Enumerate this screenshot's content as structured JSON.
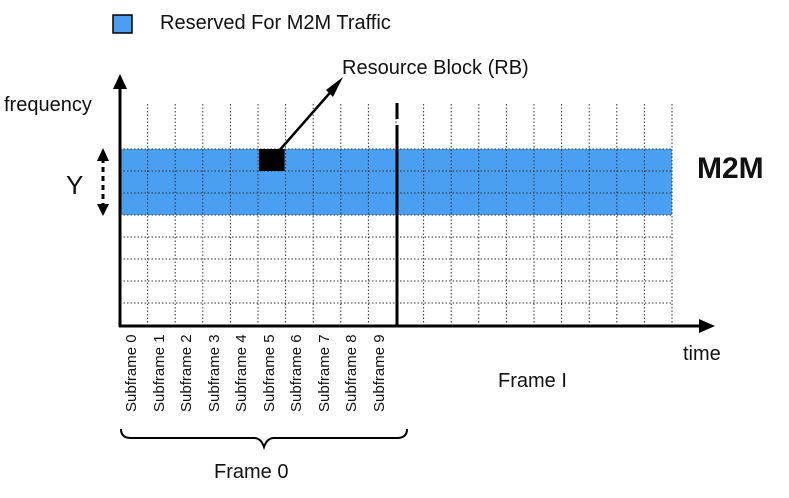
{
  "legend": {
    "label": "Reserved For M2M Traffic",
    "color": "#4a9ff0"
  },
  "axes": {
    "y_label": "frequency",
    "x_label": "time"
  },
  "m2m_label": "M2M",
  "band_height_label": "Y",
  "resource_block": {
    "label": "Resource Block (RB)",
    "color": "#000000",
    "subframe_index": 5,
    "row_index": 0
  },
  "subframes": [
    "Subframe 0",
    "Subframe 1",
    "Subframe 2",
    "Subframe 3",
    "Subframe 4",
    "Subframe 5",
    "Subframe 6",
    "Subframe 7",
    "Subframe 8",
    "Subframe 9"
  ],
  "frames": [
    {
      "label": "Frame 0"
    },
    {
      "label": "Frame I"
    }
  ],
  "grid": {
    "columns": 20,
    "rows": 8,
    "reserved_rows": 3
  }
}
